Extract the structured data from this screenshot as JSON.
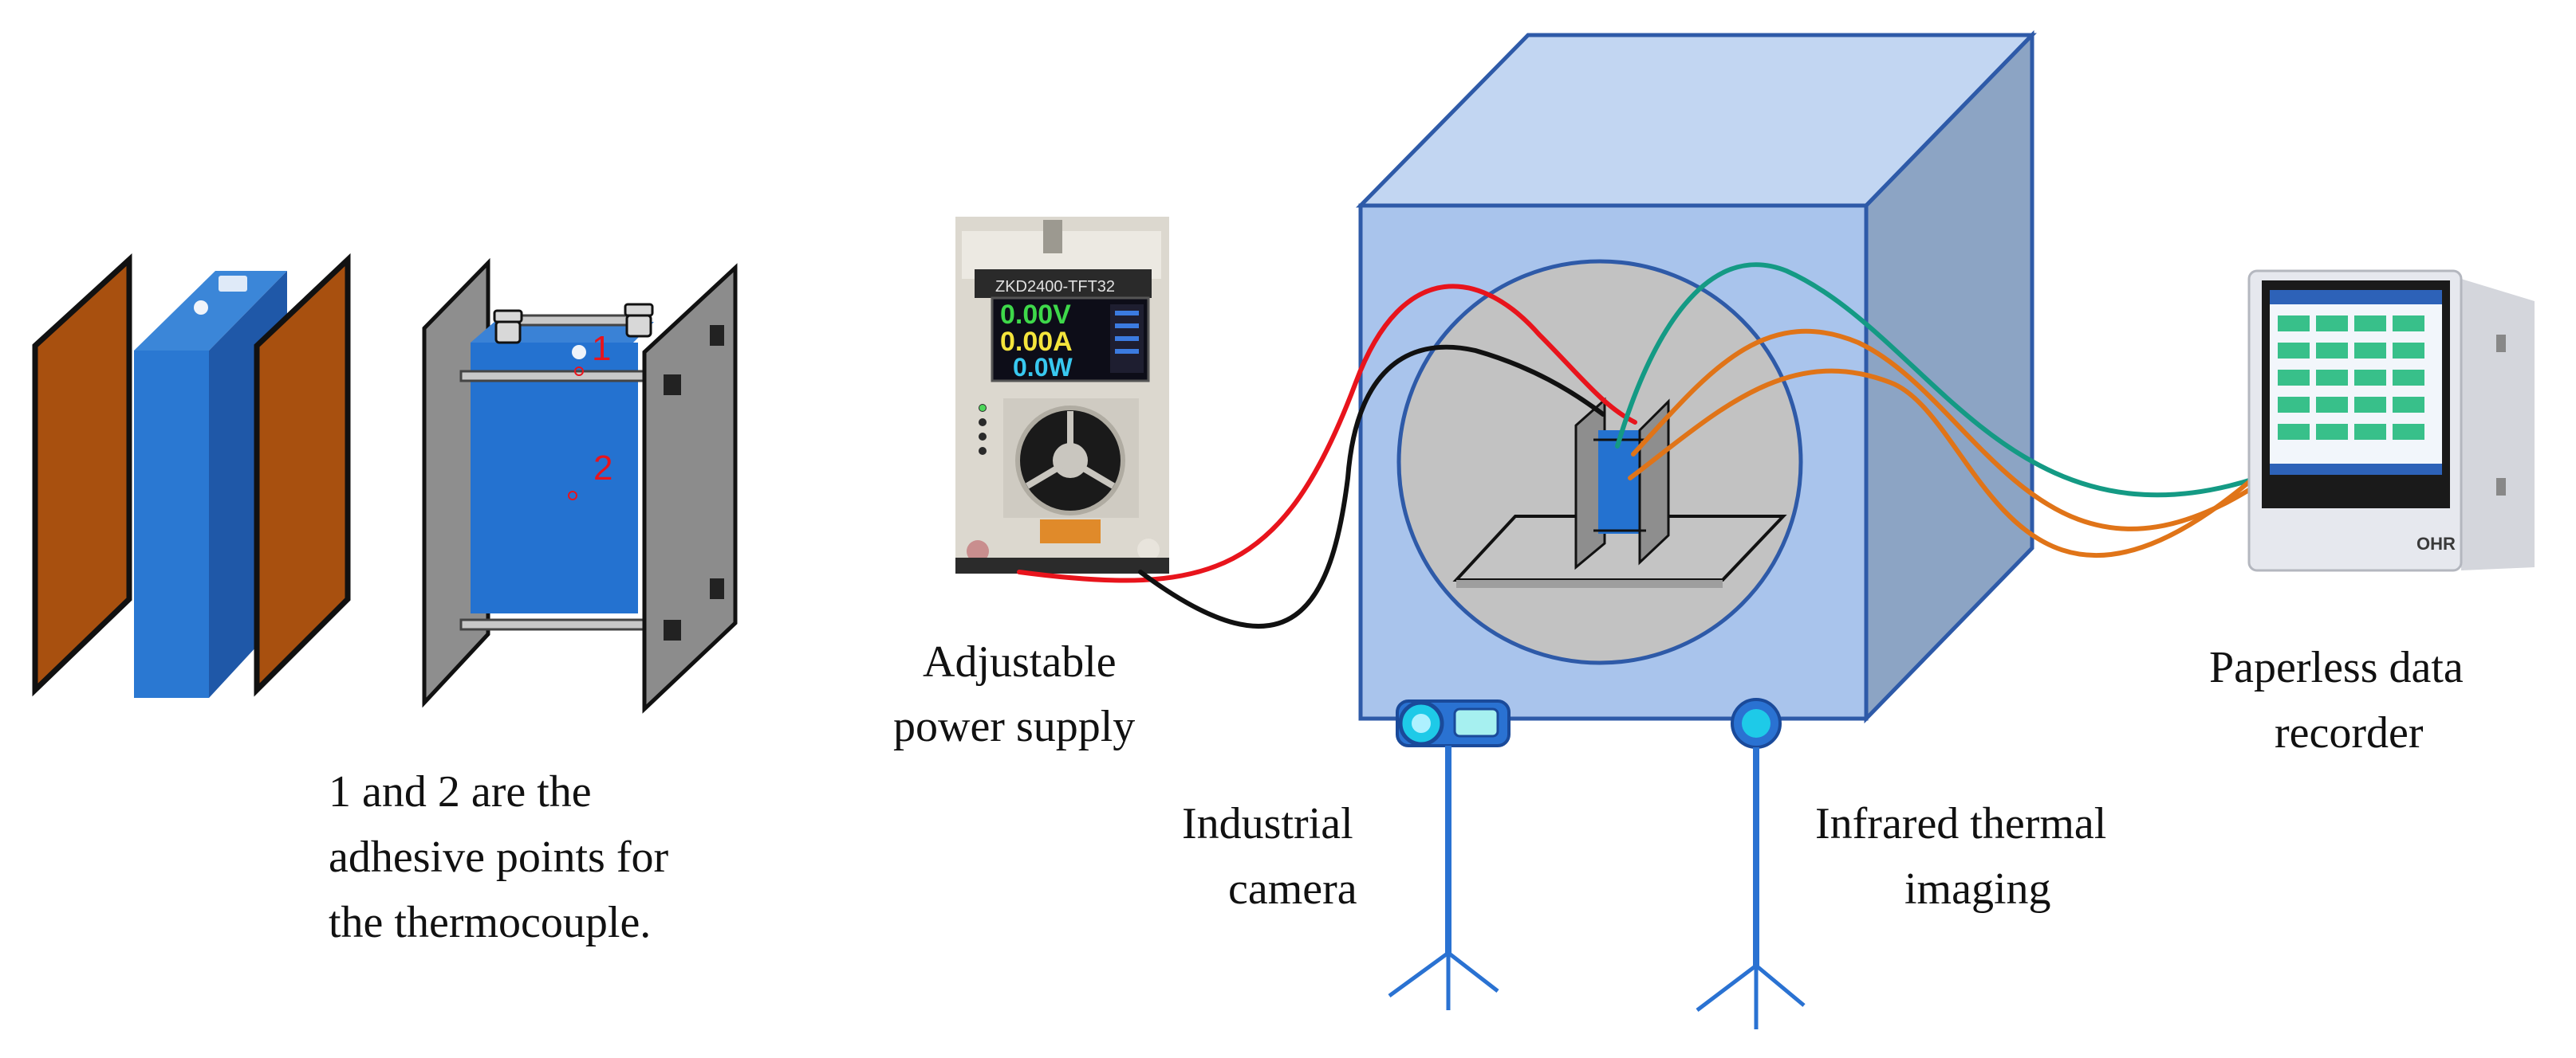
{
  "battery_module": {
    "caption_line_1": "1 and 2 are the",
    "caption_line_2": "adhesive points for",
    "caption_line_3": "the thermocouple.",
    "point_1": "1",
    "point_2": "2"
  },
  "power_supply": {
    "label_line_1": "Adjustable",
    "label_line_2": "power supply",
    "model": "ZKD2400-TFT32",
    "voltage": "0.00V",
    "current": "0.00A",
    "power": "0.0W"
  },
  "cameras": {
    "industrial_line_1": "Industrial",
    "industrial_line_2": "camera",
    "infrared_line_1": "Infrared thermal",
    "infrared_line_2": "imaging"
  },
  "data_recorder": {
    "label_line_1": "Paperless data",
    "label_line_2": "recorder",
    "brand": "OHR"
  },
  "colors": {
    "pad_copper": "#a8500f",
    "cell_blue": "#2468c8",
    "chamber_front": "#a9c4ec",
    "chamber_side": "#8aa4c4",
    "wire_red": "#e8141c",
    "wire_black": "#111111",
    "wire_teal": "#149a84",
    "wire_orange": "#e07418"
  }
}
